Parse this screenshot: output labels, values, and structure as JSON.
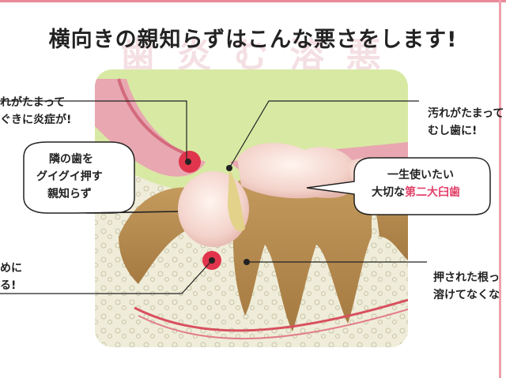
{
  "title": "横向きの親知らずはこんな悪さをします!",
  "watermark": "歯 炎 む 溶 悪",
  "callouts": {
    "top_left_1": "れがたまって",
    "top_left_2": "ぐきに炎症が!",
    "mid_left_1": "めに",
    "mid_left_2": "る!",
    "top_right_1": "汚れがたまって",
    "top_right_2": "むし歯に!",
    "bottom_right_1": "押された根っ",
    "bottom_right_2": "溶けてなくな"
  },
  "bubble_left": {
    "line1": "隣の歯を",
    "line2": "グイグイ押す",
    "line3": "親知らず"
  },
  "bubble_right": {
    "line1": "一生使いたい",
    "line2_prefix": "大切な",
    "line2_highlight": "第二大臼歯"
  },
  "colors": {
    "accent_pink": "#e2426a",
    "panel_green": "#d8e9a3",
    "gum": "#e8a7b1",
    "root": "#b78e52",
    "bone": "#efedd9"
  }
}
